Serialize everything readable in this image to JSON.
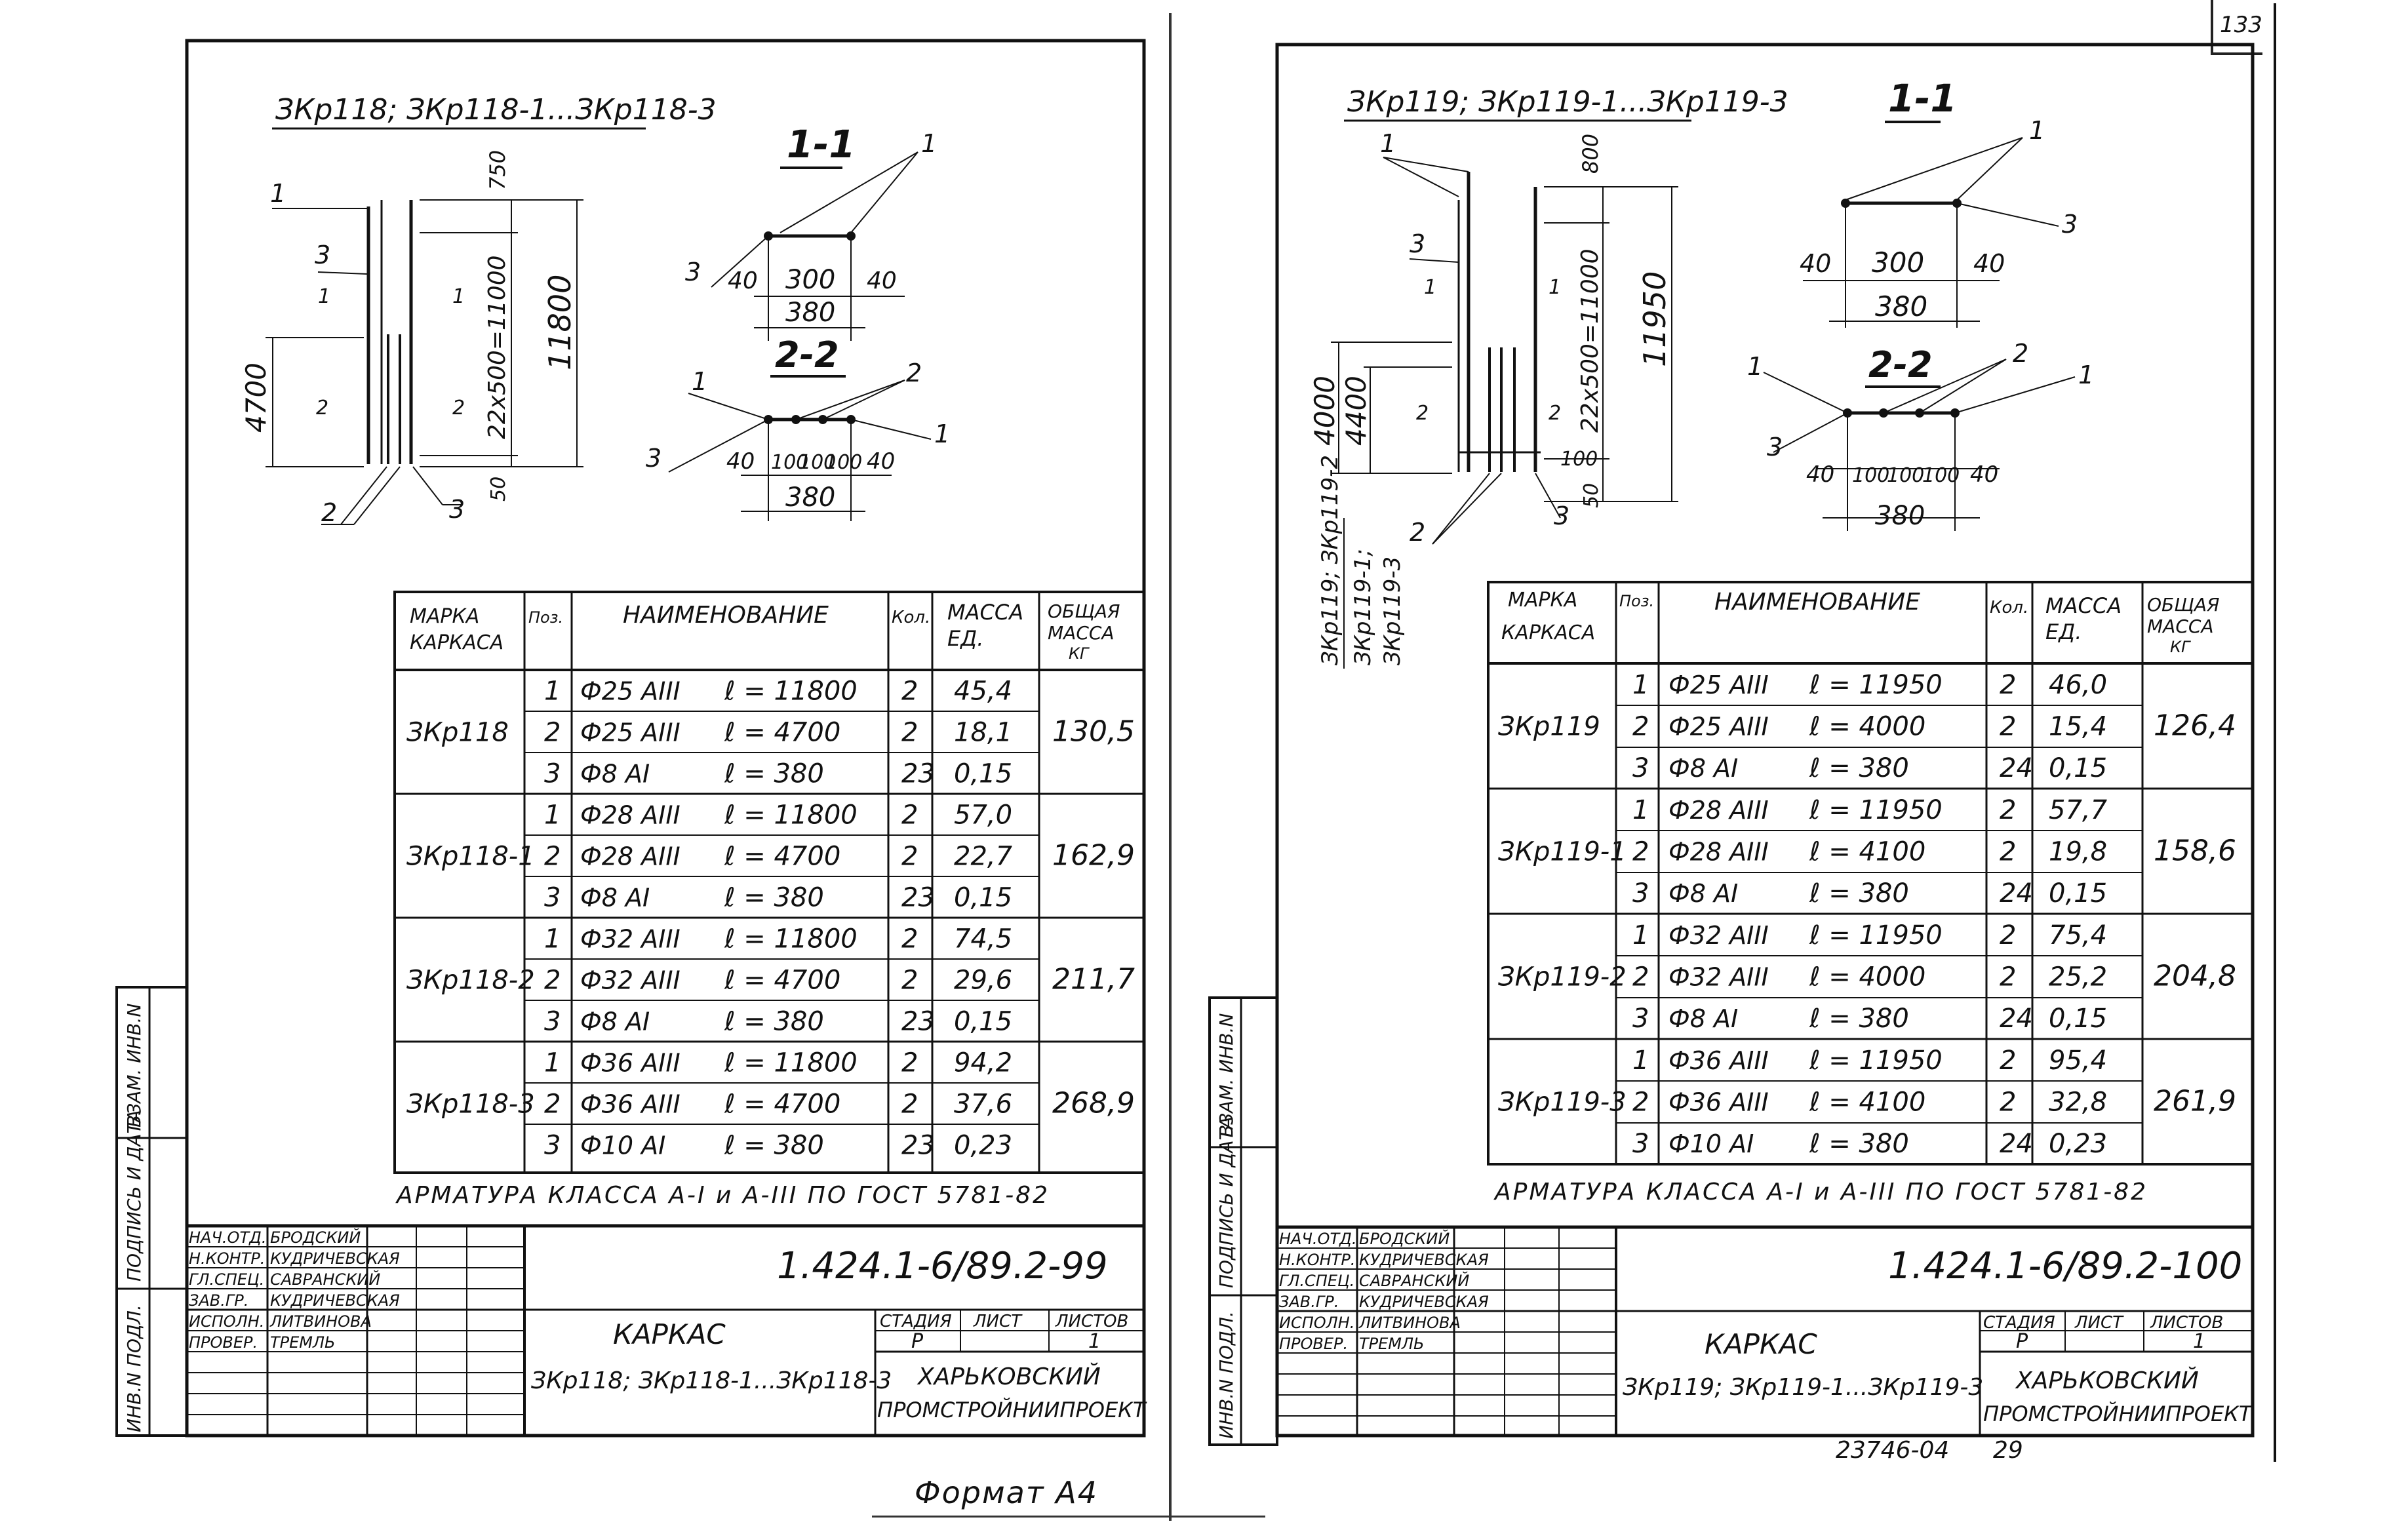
{
  "page_number": "133",
  "bottom_note": "Формат А4",
  "archive_number": "23746-04",
  "archive_sheet": "29",
  "left": {
    "header": "ЗКр118; ЗКр118-1...ЗКр118-3",
    "elevation": {
      "pos1": "1",
      "pos2": "2",
      "pos3": "3",
      "mark11": "1",
      "mark22": "2",
      "dim_left": "4700",
      "dim_total": "11800",
      "dim_top": "750",
      "dim_spacing": "22х500=11000",
      "dim_bottom": "50"
    },
    "section_11": {
      "title": "1-1",
      "pos1": "1",
      "pos3": "3",
      "d_left": "40",
      "d_mid": "300",
      "d_right": "40",
      "d_total": "380"
    },
    "section_22": {
      "title": "2-2",
      "pos1a": "1",
      "pos2": "2",
      "pos1b": "1",
      "pos3": "3",
      "d_left": "40",
      "d_a": "100",
      "d_b": "100",
      "d_c": "100",
      "d_right": "40",
      "d_total": "380"
    },
    "table": {
      "headers": [
        "МАРКА КАРКАСА",
        "Поз.",
        "НАИМЕНОВАНИЕ",
        "Кол.",
        "МАССА ЕД. КГ",
        "ОБЩАЯ МАССА КГ"
      ],
      "groups": [
        {
          "mark": "ЗКр118",
          "total": "130,5",
          "rows": [
            {
              "pos": "1",
              "name": "Ф25 АIII",
              "length": "ℓ = 11800",
              "qty": "2",
              "mass": "45,4"
            },
            {
              "pos": "2",
              "name": "Ф25 АIII",
              "length": "ℓ = 4700",
              "qty": "2",
              "mass": "18,1"
            },
            {
              "pos": "3",
              "name": "Ф8 АI",
              "length": "ℓ = 380",
              "qty": "23",
              "mass": "0,15"
            }
          ]
        },
        {
          "mark": "ЗКр118-1",
          "total": "162,9",
          "rows": [
            {
              "pos": "1",
              "name": "Ф28 АIII",
              "length": "ℓ = 11800",
              "qty": "2",
              "mass": "57,0"
            },
            {
              "pos": "2",
              "name": "Ф28 АIII",
              "length": "ℓ = 4700",
              "qty": "2",
              "mass": "22,7"
            },
            {
              "pos": "3",
              "name": "Ф8 АI",
              "length": "ℓ = 380",
              "qty": "23",
              "mass": "0,15"
            }
          ]
        },
        {
          "mark": "ЗКр118-2",
          "total": "211,7",
          "rows": [
            {
              "pos": "1",
              "name": "Ф32 АIII",
              "length": "ℓ = 11800",
              "qty": "2",
              "mass": "74,5"
            },
            {
              "pos": "2",
              "name": "Ф32 АIII",
              "length": "ℓ = 4700",
              "qty": "2",
              "mass": "29,6"
            },
            {
              "pos": "3",
              "name": "Ф8 АI",
              "length": "ℓ = 380",
              "qty": "23",
              "mass": "0,15"
            }
          ]
        },
        {
          "mark": "ЗКр118-3",
          "total": "268,9",
          "rows": [
            {
              "pos": "1",
              "name": "Ф36 АIII",
              "length": "ℓ = 11800",
              "qty": "2",
              "mass": "94,2"
            },
            {
              "pos": "2",
              "name": "Ф36 АIII",
              "length": "ℓ = 4700",
              "qty": "2",
              "mass": "37,6"
            },
            {
              "pos": "3",
              "name": "Ф10 АI",
              "length": "ℓ = 380",
              "qty": "23",
              "mass": "0,23"
            }
          ]
        }
      ]
    },
    "note": "АРМАТУРА КЛАССА А-I и А-III ПО ГОСТ 5781-82",
    "side_labels": [
      "ВЗАМ. ИНВ.N",
      "ПОДПИСЬ И ДАТА",
      "ИНВ.N ПОДЛ."
    ],
    "stamp": {
      "code": "1.424.1-6/89.2-99",
      "roles": [
        "НАЧ.ОТД.",
        "Н.КОНТР.",
        "ГЛ.СПЕЦ.",
        "ЗАВ.ГР.",
        "ИСПОЛН.",
        "ПРОВЕР."
      ],
      "names": [
        "БРОДСКИЙ",
        "КУДРИЧЕВСКАЯ",
        "САВРАНСКИЙ",
        "КУДРИЧЕВСКАЯ",
        "ЛИТВИНОВА",
        "ТРЕМЛЬ"
      ],
      "title": "КАРКАС",
      "subtitle": "ЗКр118; ЗКр118-1...ЗКр118-3",
      "stage_label": "СТАДИЯ",
      "sheet_label": "ЛИСТ",
      "sheets_label": "ЛИСТОВ",
      "stage": "Р",
      "sheets": "1",
      "org1": "ХАРЬКОВСКИЙ",
      "org2": "ПРОМСТРОЙНИИПРОЕКТ"
    }
  },
  "right": {
    "header": "ЗКр119; ЗКр119-1...ЗКр119-3",
    "elevation": {
      "pos1": "1",
      "pos2": "2",
      "pos3": "3",
      "mark11": "1",
      "mark22": "2",
      "dim_outer": "4000",
      "dim_inner": "4400",
      "dim_total": "11950",
      "dim_top": "800",
      "dim_spacing": "22х500=11000",
      "dim_bottom": "50",
      "dim_step": "100",
      "variant_label_1": "ЗКр119; ЗКр119-2",
      "variant_label_2": "ЗКр119-1;",
      "variant_label_3": "ЗКр119-3"
    },
    "section_11": {
      "title": "1-1",
      "pos1": "1",
      "pos3": "3",
      "d_left": "40",
      "d_mid": "300",
      "d_right": "40",
      "d_total": "380"
    },
    "section_22": {
      "title": "2-2",
      "pos1a": "1",
      "pos2": "2",
      "pos1b": "1",
      "pos3": "3",
      "d_left": "40",
      "d_a": "100",
      "d_b": "100",
      "d_c": "100",
      "d_right": "40",
      "d_total": "380"
    },
    "table": {
      "headers": [
        "МАРКА КАРКАСА",
        "Поз.",
        "НАИМЕНОВАНИЕ",
        "Кол.",
        "МАССА ЕД. КГ",
        "ОБЩАЯ МАССА КГ"
      ],
      "groups": [
        {
          "mark": "ЗКр119",
          "total": "126,4",
          "rows": [
            {
              "pos": "1",
              "name": "Ф25 АIII",
              "length": "ℓ = 11950",
              "qty": "2",
              "mass": "46,0"
            },
            {
              "pos": "2",
              "name": "Ф25 АIII",
              "length": "ℓ = 4000",
              "qty": "2",
              "mass": "15,4"
            },
            {
              "pos": "3",
              "name": "Ф8 АI",
              "length": "ℓ = 380",
              "qty": "24",
              "mass": "0,15"
            }
          ]
        },
        {
          "mark": "ЗКр119-1",
          "total": "158,6",
          "rows": [
            {
              "pos": "1",
              "name": "Ф28 АIII",
              "length": "ℓ = 11950",
              "qty": "2",
              "mass": "57,7"
            },
            {
              "pos": "2",
              "name": "Ф28 АIII",
              "length": "ℓ = 4100",
              "qty": "2",
              "mass": "19,8"
            },
            {
              "pos": "3",
              "name": "Ф8 АI",
              "length": "ℓ = 380",
              "qty": "24",
              "mass": "0,15"
            }
          ]
        },
        {
          "mark": "ЗКр119-2",
          "total": "204,8",
          "rows": [
            {
              "pos": "1",
              "name": "Ф32 АIII",
              "length": "ℓ = 11950",
              "qty": "2",
              "mass": "75,4"
            },
            {
              "pos": "2",
              "name": "Ф32 АIII",
              "length": "ℓ = 4000",
              "qty": "2",
              "mass": "25,2"
            },
            {
              "pos": "3",
              "name": "Ф8 АI",
              "length": "ℓ = 380",
              "qty": "24",
              "mass": "0,15"
            }
          ]
        },
        {
          "mark": "ЗКр119-3",
          "total": "261,9",
          "rows": [
            {
              "pos": "1",
              "name": "Ф36 АIII",
              "length": "ℓ = 11950",
              "qty": "2",
              "mass": "95,4"
            },
            {
              "pos": "2",
              "name": "Ф36 АIII",
              "length": "ℓ = 4100",
              "qty": "2",
              "mass": "32,8"
            },
            {
              "pos": "3",
              "name": "Ф10 АI",
              "length": "ℓ = 380",
              "qty": "24",
              "mass": "0,23"
            }
          ]
        }
      ]
    },
    "note": "АРМАТУРА КЛАССА А-I и А-III ПО ГОСТ 5781-82",
    "side_labels": [
      "ВЗАМ. ИНВ.N",
      "ПОДПИСЬ И ДАТА",
      "ИНВ.N ПОДЛ."
    ],
    "stamp": {
      "code": "1.424.1-6/89.2-100",
      "roles": [
        "НАЧ.ОТД.",
        "Н.КОНТР.",
        "ГЛ.СПЕЦ.",
        "ЗАВ.ГР.",
        "ИСПОЛН.",
        "ПРОВЕР."
      ],
      "names": [
        "БРОДСКИЙ",
        "КУДРИЧЕВСКАЯ",
        "САВРАНСКИЙ",
        "КУДРИЧЕВСКАЯ",
        "ЛИТВИНОВА",
        "ТРЕМЛЬ"
      ],
      "title": "КАРКАС",
      "subtitle": "ЗКр119; ЗКр119-1...ЗКр119-3",
      "stage_label": "СТАДИЯ",
      "sheet_label": "ЛИСТ",
      "sheets_label": "ЛИСТОВ",
      "stage": "Р",
      "sheets": "1",
      "org1": "ХАРЬКОВСКИЙ",
      "org2": "ПРОМСТРОЙНИИПРОЕКТ"
    }
  }
}
